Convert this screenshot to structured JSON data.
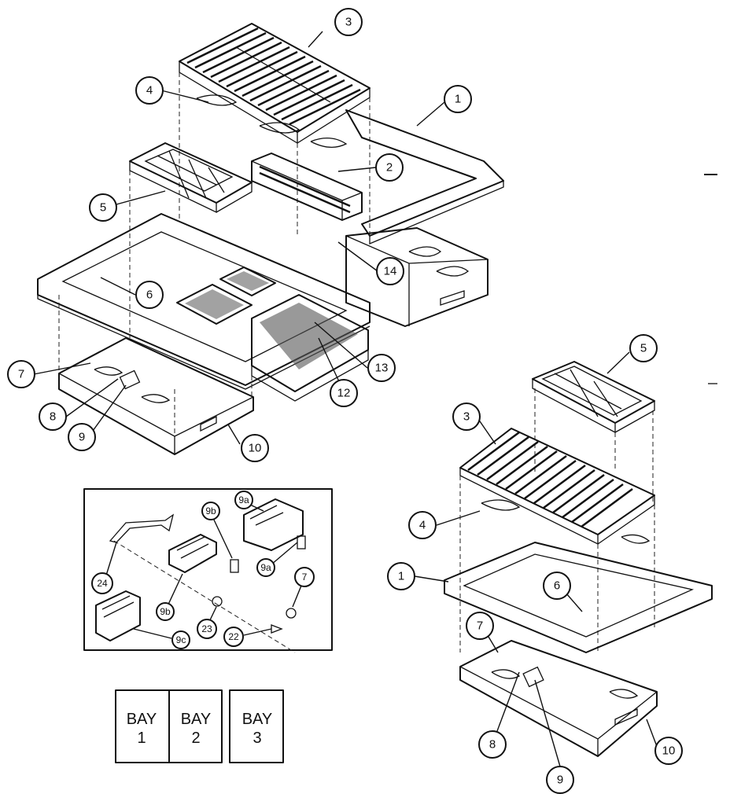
{
  "upper_assembly": {
    "callouts": [
      "1",
      "2",
      "3",
      "4",
      "5",
      "6",
      "7",
      "8",
      "9",
      "10",
      "12",
      "13",
      "14"
    ]
  },
  "inset_detail": {
    "callouts": [
      "24",
      "9b",
      "9a",
      "9b",
      "9a",
      "7",
      "23",
      "22",
      "9c"
    ]
  },
  "bay_legend": {
    "bays": [
      {
        "word": "BAY",
        "number": "1"
      },
      {
        "word": "BAY",
        "number": "2"
      },
      {
        "word": "BAY",
        "number": "3"
      }
    ]
  },
  "lower_assembly": {
    "callouts": [
      "5",
      "3",
      "4",
      "1",
      "6",
      "7",
      "8",
      "9",
      "10"
    ]
  }
}
